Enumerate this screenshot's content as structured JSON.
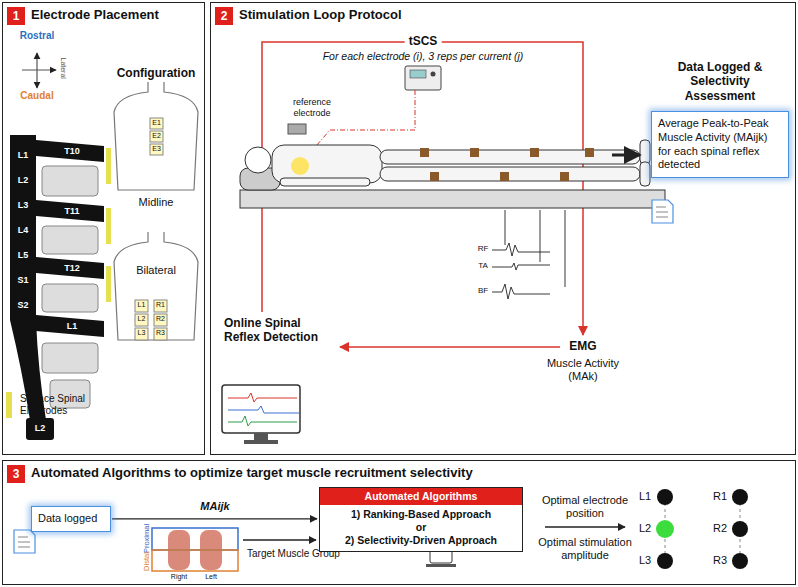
{
  "diagram": {
    "nodes": [
      {
        "text": [
          "Electrode Placement"
        ]
      },
      {
        "text": [
          "1"
        ],
        "in": 0
      },
      {
        "text": [
          "Stimulation Loop Protocol"
        ]
      },
      {
        "text": [
          "2"
        ],
        "in": 2
      },
      {
        "text": [
          "Average Peak-to-Peak Muscle Activity (MAijk) for each spinal reflex detected"
        ],
        "in": 2
      },
      {
        "text": [
          "Automated Algorithms to optimize target muscle recruitment selectivity"
        ]
      },
      {
        "text": [
          "3"
        ],
        "in": 5
      },
      {
        "text": [
          "Data logged"
        ],
        "in": 5
      },
      {
        "text": [
          "Automated Algorithms",
          "1) Ranking-Based Approach",
          "or",
          "2) Selectivity-Driven Approach"
        ],
        "in": 5
      }
    ],
    "edges": [
      {
        "from": 7,
        "to": 8,
        "arrow": "to"
      }
    ],
    "labels": [
      "Rostral",
      "Lateral",
      "Caudal",
      "Configuration",
      "Midline",
      "Bilateral",
      "L1",
      "L2",
      "L3",
      "L4",
      "L5",
      "S1",
      "S2",
      "T10",
      "T11",
      "T12",
      "L1",
      "L2",
      "E1",
      "E2",
      "E3",
      "L1",
      "L2",
      "L3",
      "R1",
      "R2",
      "R3",
      "tSCS",
      "For each electrode (i), 3 reps per current (j)",
      "reference electrode",
      "RF",
      "TA",
      "BF",
      "EMG",
      "Muscle Activity (MAk)",
      "Online Spinal Reflex Detection",
      "Data Logged & Selectivity Assessment",
      "MAijk",
      "Proximal",
      "Distal",
      "Right",
      "Left",
      "Target Muscle Group",
      "Optimal electrode position",
      "Optimal stimulation amplitude",
      "L1",
      "L2",
      "L3",
      "R1",
      "R2",
      "R3"
    ],
    "legend": [
      {
        "text": "Surface Spinal Electrodes",
        "color": "#e6df4f"
      }
    ]
  }
}
